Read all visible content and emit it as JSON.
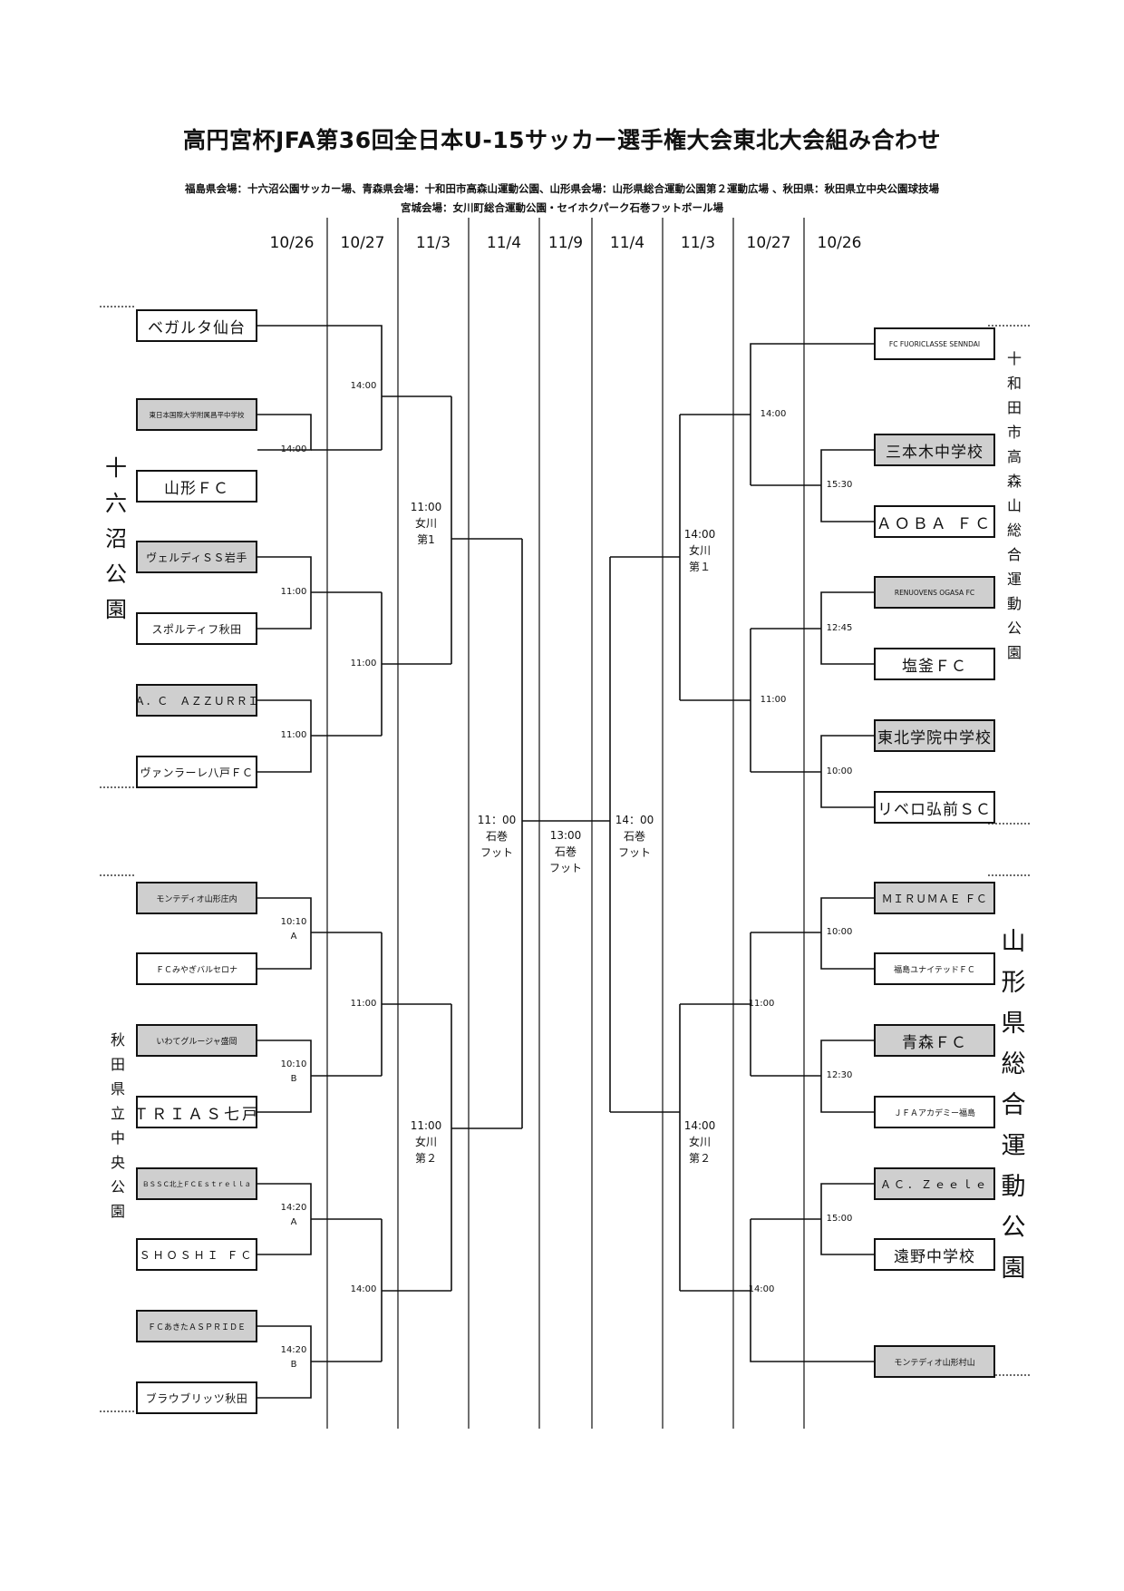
{
  "title": "高円宮杯JFA第36回全日本U-15サッカー選手権大会東北大会組み合わせ",
  "venues": {
    "line1": "福島県会場：十六沼公園サッカー場、青森県会場：十和田市高森山運動公園、山形県会場：山形県総合運動公園第２運動広場 、秋田県：秋田県立中央公園球技場",
    "line2": "宮城会場：女川町総合運動公園・セイホクパーク石巻フットボール場"
  },
  "dates": [
    "10/26",
    "10/27",
    "11/3",
    "11/4",
    "11/9",
    "11/4",
    "11/3",
    "10/27",
    "10/26"
  ],
  "teams": {
    "left": [
      {
        "name": "ベガルタ仙台",
        "shaded": false
      },
      {
        "name": "東日本国際大学附属昌平中学校",
        "shaded": true
      },
      {
        "name": "山形ＦＣ",
        "shaded": false
      },
      {
        "name": "ヴェルディＳＳ岩手",
        "shaded": true
      },
      {
        "name": "スポルティフ秋田",
        "shaded": false
      },
      {
        "name": "Ａ．Ｃ　ＡＺＺＵＲＲＩ",
        "shaded": true
      },
      {
        "name": "ヴァンラーレ八戸ＦＣ",
        "shaded": false
      },
      {
        "name": "モンテディオ山形庄内",
        "shaded": true
      },
      {
        "name": "ＦＣみやぎバルセロナ",
        "shaded": false
      },
      {
        "name": "いわてグルージャ盛岡",
        "shaded": true
      },
      {
        "name": "ＴＲＩＡＳ七戸",
        "shaded": false
      },
      {
        "name": "ＢＳＳＣ北上ＦＣＥｓｔｒｅｌｌａ",
        "shaded": true
      },
      {
        "name": "ＳＨＯＳＨＩ ＦＣ",
        "shaded": false
      },
      {
        "name": "ＦＣあきたＡＳＰＲＩＤＥ",
        "shaded": true
      },
      {
        "name": "ブラウブリッツ秋田",
        "shaded": false
      }
    ],
    "right": [
      {
        "name": "FC FUORICLASSE SENNDAI",
        "shaded": false
      },
      {
        "name": "三本木中学校",
        "shaded": true
      },
      {
        "name": "ＡＯＢＡ ＦＣ",
        "shaded": false
      },
      {
        "name": "RENUOVENS OGASA FC",
        "shaded": true
      },
      {
        "name": "塩釜ＦＣ",
        "shaded": false
      },
      {
        "name": "東北学院中学校",
        "shaded": true
      },
      {
        "name": "リベロ弘前ＳＣ",
        "shaded": false
      },
      {
        "name": "ＭＩＲＵＭＡＥ ＦＣ",
        "shaded": true
      },
      {
        "name": "福島ユナイテッドＦＣ",
        "shaded": false
      },
      {
        "name": "青森ＦＣ",
        "shaded": true
      },
      {
        "name": "ＪＦＡアカデミー福島",
        "shaded": false
      },
      {
        "name": "ＡＣ．Ｚｅｅｌｅ",
        "shaded": true
      },
      {
        "name": "遠野中学校",
        "shaded": false
      },
      {
        "name": "モンテディオ山形村山",
        "shaded": true
      }
    ]
  },
  "times": {
    "l_r1": [
      "14:00",
      "11:00",
      "11:00",
      "10:10\nA",
      "10:10\nB",
      "14:20\nA",
      "14:20\nB"
    ],
    "l_r2": [
      "14:00",
      "11:00",
      "11:00",
      "14:00"
    ],
    "l_r3": [
      "11:00\n女川\n第1",
      "11:00\n女川\n第２"
    ],
    "l_r4": "11：00\n石巻\nフット",
    "final": "13:00\n石巻\nフット",
    "r_r4": "14：00\n石巻\nフット",
    "r_r3": [
      "14:00\n女川\n第１",
      "14:00\n女川\n第２"
    ],
    "r_r2": [
      "14:00",
      "11:00",
      "11:00",
      "14:00"
    ],
    "r_r1": [
      "15:30",
      "12:45",
      "10:00",
      "10:00",
      "12:30",
      "15:00"
    ]
  },
  "side_labels": {
    "left_top": "十\n六\n沼\n公\n園",
    "left_bottom": "秋\n田\n県\n立\n中\n央\n公\n園",
    "right_top": "十\n和\n田\n市\n高\n森\n山\n総\n合\n運\n動\n公\n園",
    "right_bottom": "山\n形\n県\n総\n合\n運\n動\n公\n園"
  }
}
